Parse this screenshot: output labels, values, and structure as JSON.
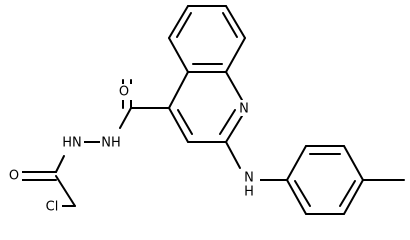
{
  "colors": {
    "background": "#ffffff",
    "bond": "#000000",
    "label": "#000000"
  },
  "molecule": {
    "atoms": {
      "o_carbonyl_top": "O",
      "hydrazide_nh_upper": "NH",
      "hydrazide_nh_lower": "HN",
      "o_carbonyl_left": "O",
      "chlorine": "Cl",
      "quinoline_n": "N",
      "amine_n": "N",
      "amine_h": "H"
    }
  }
}
